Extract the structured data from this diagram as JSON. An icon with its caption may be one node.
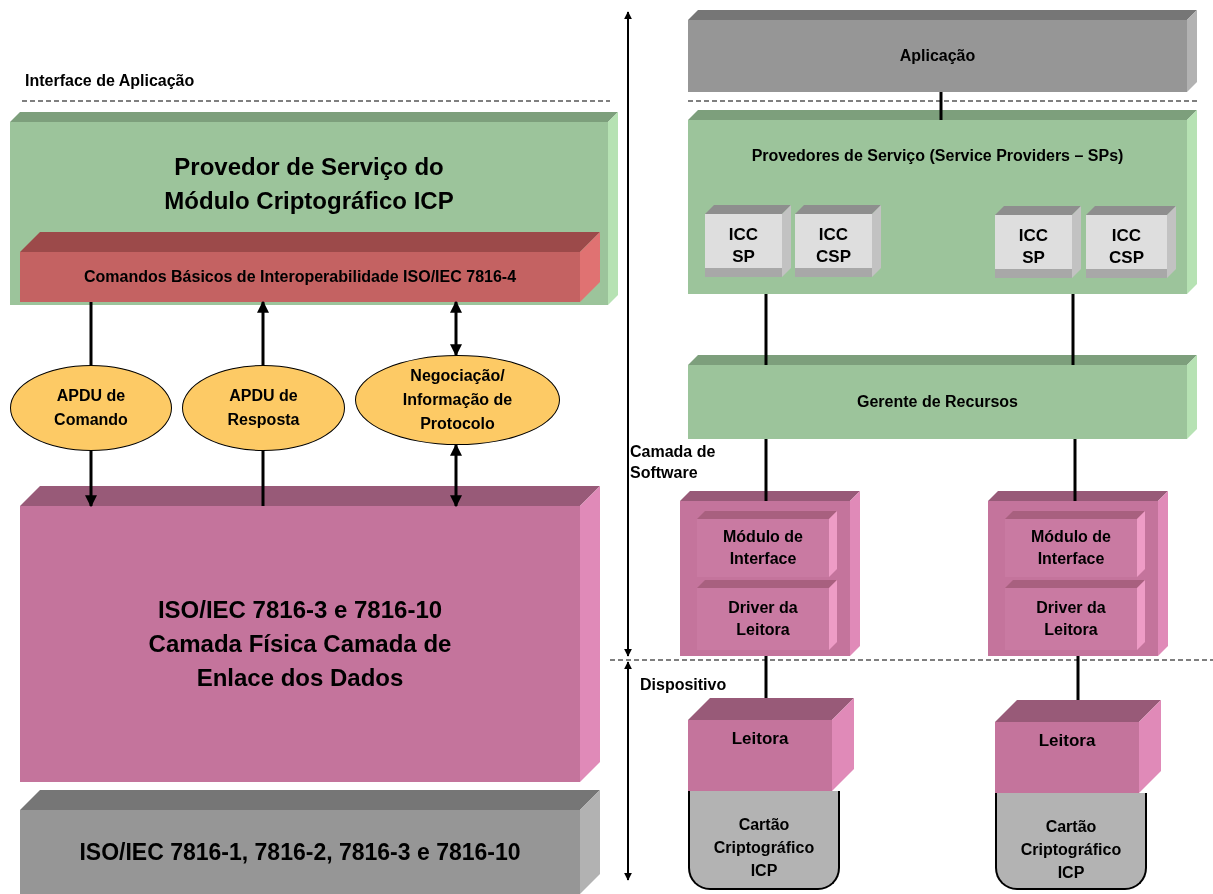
{
  "diagram": {
    "nodes": [
      {
        "text": [
          "Provedor de Serviço do Módulo Criptográfico ICP"
        ]
      },
      {
        "text": [
          "Comandos Básicos de Interoperabilidade ISO/IEC 7816-4"
        ],
        "in": 0
      },
      {
        "text": [
          "APDU de Comando"
        ]
      },
      {
        "text": [
          "APDU de Resposta"
        ]
      },
      {
        "text": [
          "Negociação/ Informação de Protocolo"
        ]
      },
      {
        "text": [
          "ISO/IEC 7816-3 e 7816-10 Camada Física Camada de Enlace dos Dados"
        ]
      },
      {
        "text": [
          "ISO/IEC 7816-1, 7816-2, 7816-3 e 7816-10"
        ]
      },
      {
        "text": [
          "Aplicação"
        ]
      },
      {
        "text": [
          "Provedores de Serviço (Service Providers – SPs)"
        ]
      },
      {
        "text": [
          "ICC SP"
        ],
        "in": 8
      },
      {
        "text": [
          "ICC CSP"
        ],
        "in": 8
      },
      {
        "text": [
          "ICC SP"
        ],
        "in": 8
      },
      {
        "text": [
          "ICC CSP"
        ],
        "in": 8
      },
      {
        "text": [
          "Gerente de Recursos"
        ]
      },
      {
        "text": [],
        "shape": "box"
      },
      {
        "text": [
          "Módulo de Interface"
        ],
        "in": 14
      },
      {
        "text": [
          "Driver da Leitora"
        ],
        "in": 14
      },
      {
        "text": [],
        "shape": "box"
      },
      {
        "text": [
          "Módulo de Interface"
        ],
        "in": 17
      },
      {
        "text": [
          "Driver da Leitora"
        ],
        "in": 17
      },
      {
        "text": [
          "Leitora"
        ]
      },
      {
        "text": [
          "Cartão Criptográfico ICP"
        ]
      },
      {
        "text": [
          "Leitora"
        ]
      },
      {
        "text": [
          "Cartão Criptográfico ICP"
        ]
      }
    ],
    "edges": [
      {
        "from": 1,
        "to": 2,
        "arrow": "none"
      },
      {
        "from": 2,
        "to": 5,
        "arrow": "to"
      },
      {
        "from": 3,
        "to": 1,
        "arrow": "to"
      },
      {
        "from": 5,
        "to": 3,
        "arrow": "none"
      },
      {
        "from": 1,
        "to": 4,
        "arrow": "both"
      },
      {
        "from": 4,
        "to": 5,
        "arrow": "both"
      },
      {
        "from": 7,
        "to": 8,
        "arrow": "none"
      },
      {
        "from": 8,
        "to": 13,
        "arrow": "none"
      },
      {
        "from": 8,
        "to": 13,
        "arrow": "none"
      },
      {
        "from": 13,
        "to": 14,
        "arrow": "none"
      },
      {
        "from": 13,
        "to": 17,
        "arrow": "none"
      },
      {
        "from": 14,
        "to": 20,
        "arrow": "none"
      },
      {
        "from": 17,
        "to": 22,
        "arrow": "none"
      }
    ],
    "labels": [
      "Interface de Aplicação",
      "Camada de Software",
      "Dispositivo"
    ]
  }
}
